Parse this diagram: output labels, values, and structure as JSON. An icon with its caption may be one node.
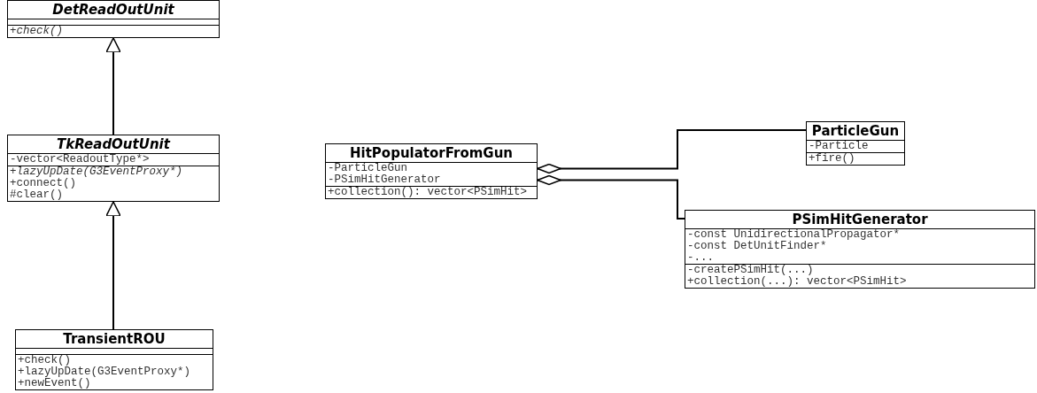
{
  "diagram": {
    "nodes": [
      {
        "text": [
          "DetReadOutUnit",
          "+check()"
        ]
      },
      {
        "text": [
          "TkReadOutUnit",
          "-vector<ReadoutType*>",
          "+lazyUpDate(G3EventProxy*)",
          "+connect()",
          "#clear()"
        ]
      },
      {
        "text": [
          "TransientROU",
          "+check()",
          "+lazyUpDate(G3EventProxy*)",
          "+newEvent()"
        ]
      },
      {
        "text": [
          "HitPopulatorFromGun",
          "-ParticleGun",
          "-PSimHitGenerator",
          "+collection(): vector<PSimHit>"
        ]
      },
      {
        "text": [
          "ParticleGun",
          "-Particle",
          "+fire()"
        ]
      },
      {
        "text": [
          "PSimHitGenerator",
          "-const UnidirectionalPropagator*",
          "-const DetUnitFinder*",
          "-...",
          "-createPSimHit(...)",
          "+collection(...): vector<PSimHit>"
        ]
      }
    ],
    "edges": [
      {
        "from": 1,
        "to": 0,
        "arrow": "to"
      },
      {
        "from": 2,
        "to": 1,
        "arrow": "to"
      },
      {
        "from": 3,
        "to": 4,
        "arrow": "other"
      },
      {
        "from": 3,
        "to": 5,
        "arrow": "other"
      }
    ]
  }
}
